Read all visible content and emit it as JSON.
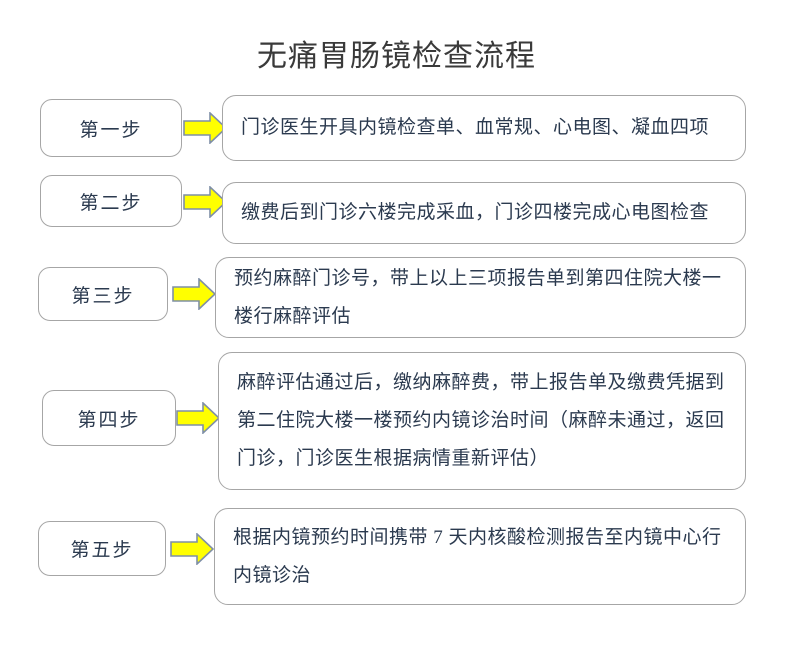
{
  "document": {
    "title": "无痛胃肠镜检查流程",
    "background_color": "#ffffff",
    "text_color": "#2b3a4f",
    "border_color": "#a6a6a6",
    "arrow_fill_color": "#ffff00",
    "arrow_stroke_color": "#7f8fa6"
  },
  "steps": [
    {
      "label": "第一步",
      "arrow": "right-arrow-icon",
      "lines": [
        "门诊医生开具内镜检查单、血常规、心电图、凝血四项"
      ]
    },
    {
      "label": "第二步",
      "arrow": "right-arrow-icon",
      "lines": [
        "缴费后到门诊六楼完成采血，门诊四楼完成心电图检查"
      ]
    },
    {
      "label": "第三步",
      "arrow": "right-arrow-icon",
      "lines": [
        "预约麻醉门诊号，带上以上三项报告单到第四住院大楼一",
        "楼行麻醉评估"
      ]
    },
    {
      "label": "第四步",
      "arrow": "right-arrow-icon",
      "lines": [
        "麻醉评估通过后，缴纳麻醉费，带上报告单及缴费凭据到",
        "第二住院大楼一楼预约内镜诊治时间（麻醉未通过，返回",
        "门诊，门诊医生根据病情重新评估）"
      ]
    },
    {
      "label": "第五步",
      "arrow": "right-arrow-icon",
      "lines": [
        "根据内镜预约时间携带 7 天内核酸检测报告至内镜中心行",
        "内镜诊治"
      ]
    }
  ]
}
